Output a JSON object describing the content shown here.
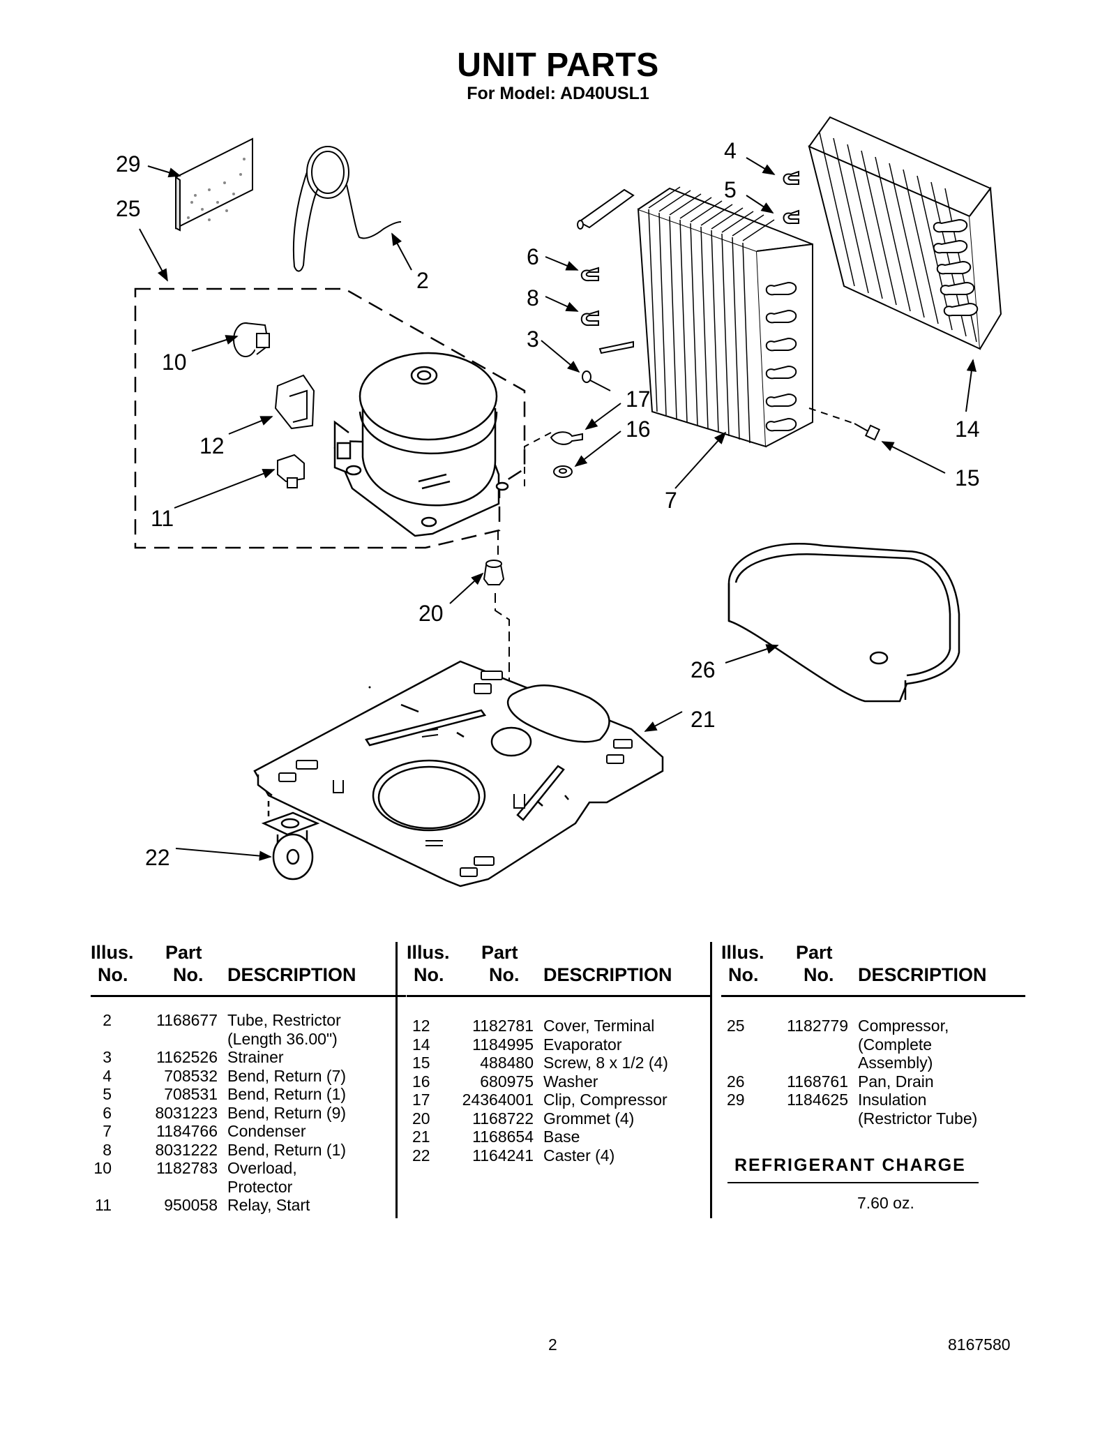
{
  "title": "UNIT PARTS",
  "subtitle": "For Model: AD40USL1",
  "diagram": {
    "callouts": [
      "29",
      "25",
      "2",
      "4",
      "5",
      "6",
      "8",
      "3",
      "10",
      "12",
      "11",
      "17",
      "16",
      "7",
      "14",
      "15",
      "20",
      "26",
      "21",
      "22"
    ]
  },
  "table_headers": {
    "illus_line1": "Illus.",
    "illus_line2": "No.",
    "part_line1": "Part",
    "part_line2": "No.",
    "description": "DESCRIPTION"
  },
  "columns": [
    {
      "rows": [
        {
          "illus": "2",
          "part": "1168677",
          "desc": "Tube, Restrictor"
        },
        {
          "illus": "",
          "part": "",
          "desc": "(Length 36.00\")"
        },
        {
          "illus": "3",
          "part": "1162526",
          "desc": "Strainer"
        },
        {
          "illus": "4",
          "part": "708532",
          "desc": "Bend, Return (7)"
        },
        {
          "illus": "5",
          "part": "708531",
          "desc": "Bend, Return (1)"
        },
        {
          "illus": "6",
          "part": "8031223",
          "desc": "Bend, Return (9)"
        },
        {
          "illus": "7",
          "part": "1184766",
          "desc": "Condenser"
        },
        {
          "illus": "8",
          "part": "8031222",
          "desc": "Bend, Return (1)"
        },
        {
          "illus": "10",
          "part": "1182783",
          "desc": "Overload,"
        },
        {
          "illus": "",
          "part": "",
          "desc": "Protector"
        },
        {
          "illus": "11",
          "part": "950058",
          "desc": "Relay, Start"
        }
      ]
    },
    {
      "rows": [
        {
          "illus": "12",
          "part": "1182781",
          "desc": "Cover, Terminal"
        },
        {
          "illus": "14",
          "part": "1184995",
          "desc": "Evaporator"
        },
        {
          "illus": "15",
          "part": "488480",
          "desc": "Screw, 8 x 1/2 (4)"
        },
        {
          "illus": "16",
          "part": "680975",
          "desc": "Washer"
        },
        {
          "illus": "17",
          "part": "24364001",
          "desc": "Clip, Compressor"
        },
        {
          "illus": "20",
          "part": "1168722",
          "desc": "Grommet (4)"
        },
        {
          "illus": "21",
          "part": "1168654",
          "desc": "Base"
        },
        {
          "illus": "22",
          "part": "1164241",
          "desc": "Caster (4)"
        }
      ]
    },
    {
      "rows": [
        {
          "illus": "25",
          "part": "1182779",
          "desc": "Compressor,"
        },
        {
          "illus": "",
          "part": "",
          "desc": "(Complete"
        },
        {
          "illus": "",
          "part": "",
          "desc": "Assembly)"
        },
        {
          "illus": "26",
          "part": "1168761",
          "desc": "Pan, Drain"
        },
        {
          "illus": "29",
          "part": "1184625",
          "desc": "Insulation"
        },
        {
          "illus": "",
          "part": "",
          "desc": "(Restrictor Tube)"
        }
      ]
    }
  ],
  "refrigerant": {
    "title": "REFRIGERANT CHARGE",
    "value": "7.60 oz."
  },
  "footer": {
    "page": "2",
    "doc_number": "8167580"
  }
}
